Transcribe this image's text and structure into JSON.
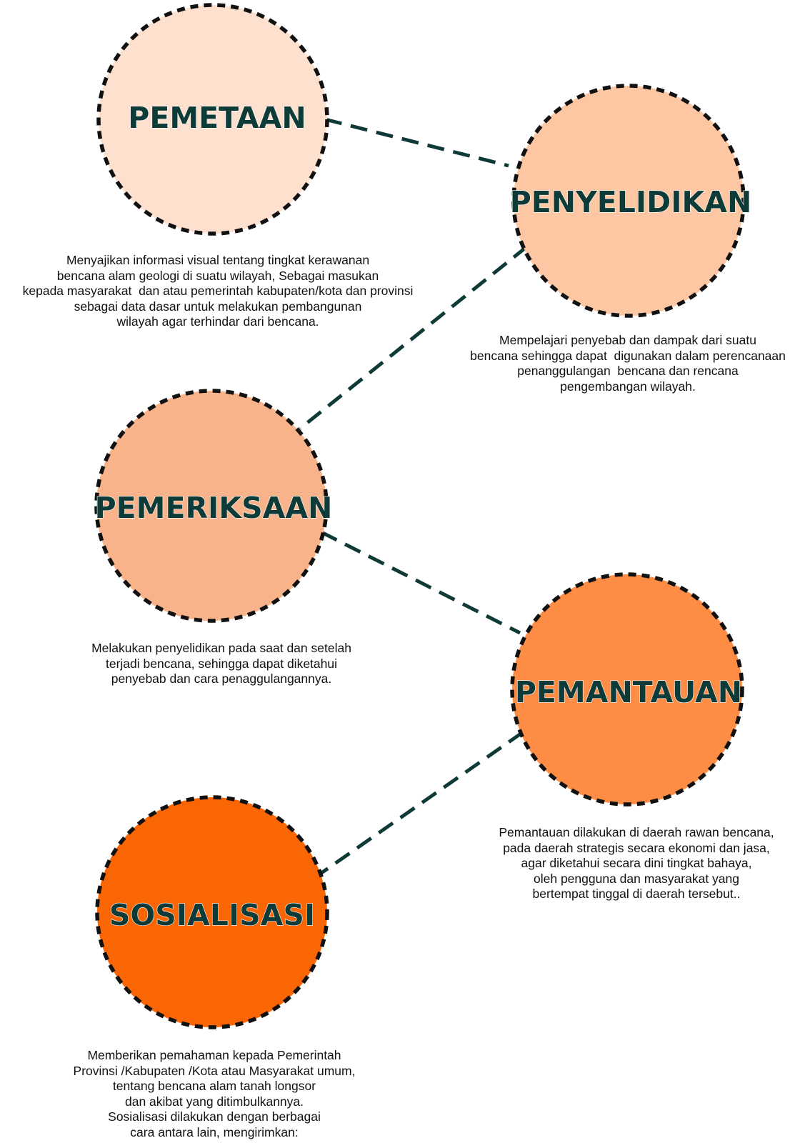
{
  "diagram": {
    "colors": {
      "connector": "#0e3a38",
      "circle_border": "#111111",
      "title_text": "#0e3a38",
      "body_text": "#111111",
      "background": "#ffffff"
    },
    "nodes": [
      {
        "id": "pemetaan",
        "title": "PEMETAAN",
        "fill": "#fde0ce",
        "description": "Menyajikan informasi visual tentang tingkat kerawanan\nbencana alam geologi di suatu wilayah, Sebagai masukan\nkepada masyarakat  dan atau pemerintah kabupaten/kota dan provinsi\nsebagai data dasar untuk melakukan pembangunan\nwilayah agar terhindar dari bencana."
      },
      {
        "id": "penyelidikan",
        "title": "PENYELIDIKAN",
        "fill": "#fcc7a2",
        "description": "Mempelajari penyebab dan dampak dari suatu\nbencana sehingga dapat  digunakan dalam perencanaan\npenanggulangan  bencana dan rencana\npengembangan wilayah."
      },
      {
        "id": "pemeriksaan",
        "title": "PEMERIKSAAN",
        "fill": "#f9b38b",
        "description": "Melakukan penyelidikan pada saat dan setelah\nterjadi bencana, sehingga dapat diketahui\npenyebab dan cara penaggulangannya."
      },
      {
        "id": "pemantauan",
        "title": "PEMANTAUAN",
        "fill": "#fd8c44",
        "description": "Pemantauan dilakukan di daerah rawan bencana,\npada daerah strategis secara ekonomi dan jasa,\nagar diketahui secara dini tingkat bahaya,\noleh pengguna dan masyarakat yang\nbertempat tinggal di daerah tersebut.."
      },
      {
        "id": "sosialisasi",
        "title": "SOSIALISASI",
        "fill": "#fb6605",
        "description": "Memberikan pemahaman kepada Pemerintah\nProvinsi /Kabupaten /Kota atau Masyarakat umum,\ntentang bencana alam tanah longsor\ndan akibat yang ditimbulkannya.\nSosialisasi dilakukan dengan berbagai\ncara antara lain, mengirimkan:"
      }
    ],
    "connections": [
      {
        "from": "pemetaan",
        "to": "penyelidikan"
      },
      {
        "from": "penyelidikan",
        "to": "pemeriksaan"
      },
      {
        "from": "pemeriksaan",
        "to": "pemantauan"
      },
      {
        "from": "pemantauan",
        "to": "sosialisasi"
      }
    ]
  }
}
